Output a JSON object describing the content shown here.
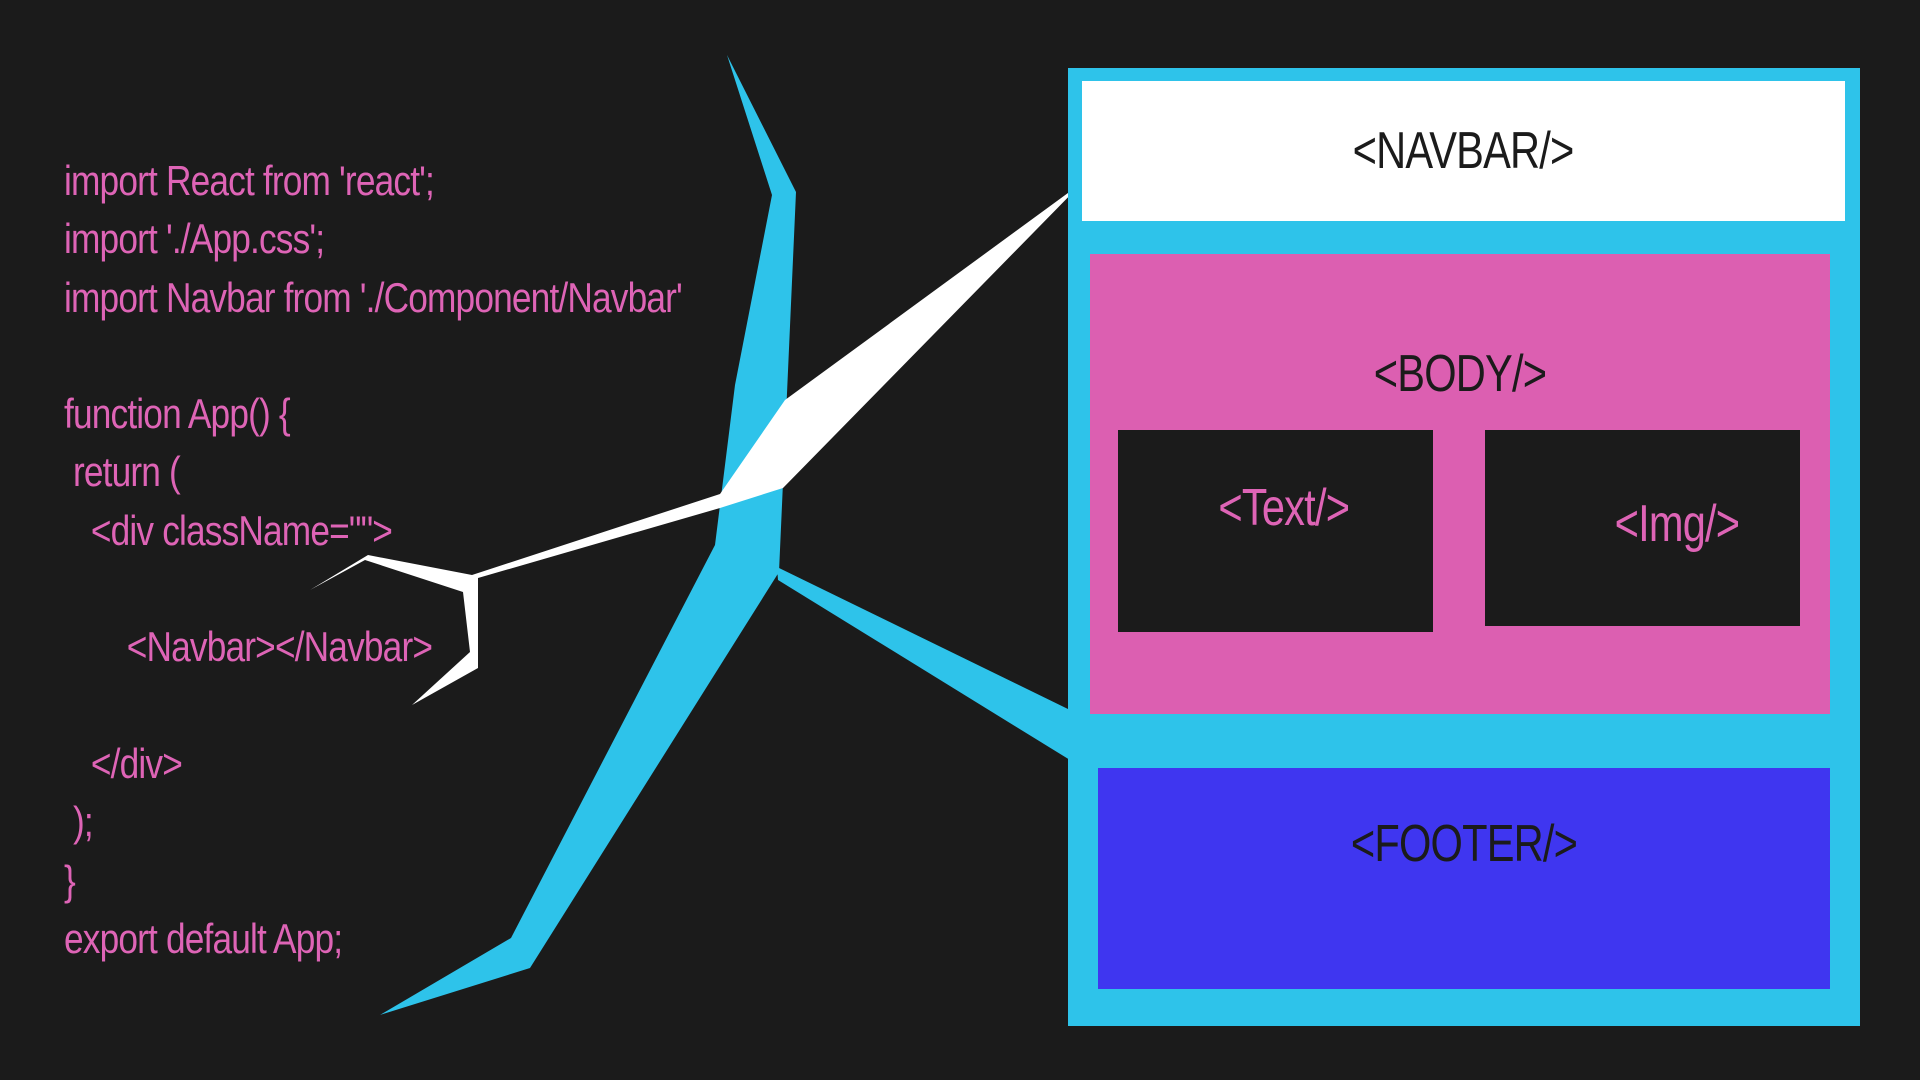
{
  "colors": {
    "background": "#1b1b1b",
    "code_text": "#de64b6",
    "frame": "#2ec3ea",
    "navbar": "#ffffff",
    "body": "#dc5fb1",
    "footer": "#3f36f0",
    "connector_white": "#ffffff",
    "connector_blue": "#2ec3ea"
  },
  "code": {
    "lines": [
      "import React from 'react';",
      "import './App.css';",
      "import Navbar from './Component/Navbar'",
      "",
      "function App() {",
      " return (",
      "   <div className=\"\">",
      "",
      "       <Navbar></Navbar>",
      "",
      "   </div>",
      " );",
      "}",
      "export default App;"
    ]
  },
  "layout": {
    "navbar_label": "<NAVBAR/>",
    "body_label": "<BODY/>",
    "text_label": "<Text/>",
    "img_label": "<Img/>",
    "footer_label": "<FOOTER/>"
  }
}
